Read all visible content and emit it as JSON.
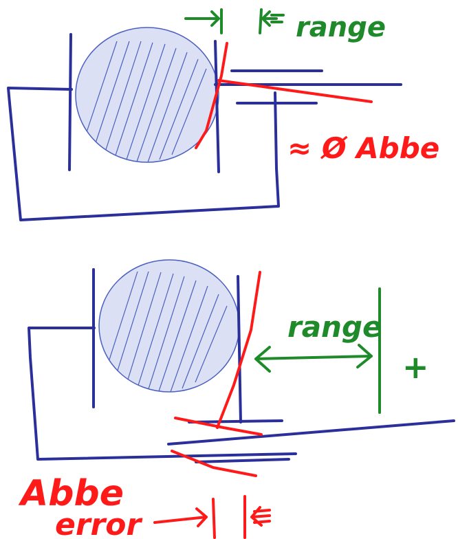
{
  "top": {
    "range_label": "range",
    "abbe_label": "≈ Ø Abbe"
  },
  "bottom": {
    "range_label": "range",
    "plus_label": "+",
    "abbe_label_1": "Abbe",
    "abbe_label_2": "error"
  },
  "colors": {
    "frame": "#2b2f9a",
    "red": "#ff1a1a",
    "green": "#1f8a2a",
    "ball_fill": "#dbe0f4"
  }
}
